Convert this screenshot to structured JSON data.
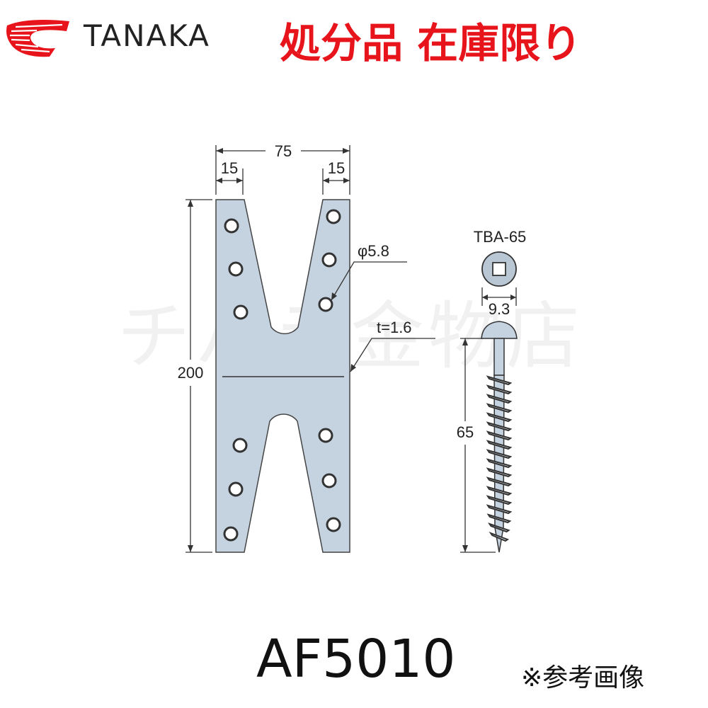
{
  "header": {
    "brand_name": "TANAKA",
    "banner_text": "処分品 在庫限り",
    "brand_color": "#e8141b"
  },
  "diagram": {
    "plate": {
      "width_label": "75",
      "left_margin_label": "15",
      "right_margin_label": "15",
      "height_label": "200",
      "hole_label": "φ5.8",
      "thickness_label": "t=1.6",
      "fill_color": "#c5d2e0"
    },
    "screw": {
      "name": "TBA-65",
      "head_diameter_label": "9.3",
      "length_label": "65"
    }
  },
  "footer": {
    "model": "AF5010",
    "note": "※参考画像"
  },
  "watermark": "チバラ金物店"
}
